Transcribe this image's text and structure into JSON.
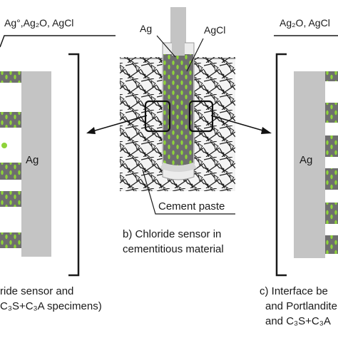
{
  "left_panel": {
    "corrosion_label": "Ag°,Ag₂O, AgCl",
    "electrode_label": "Ag",
    "caption_line1": "ride sensor and",
    "caption_line2": "C₃S+C₃A specimens)"
  },
  "center_panel": {
    "ag_label": "Ag",
    "agcl_label": "AgCl",
    "paste_label": "Cement paste",
    "caption_line1": "b) Chloride sensor in",
    "caption_line2": "cementitious material"
  },
  "right_panel": {
    "corrosion_label": "Ag₂O, AgCl",
    "electrode_label": "Ag",
    "caption_line1": "c) Interface be",
    "caption_line2": "and Portlandite",
    "caption_line3": "and C₃S+C₃A"
  },
  "colors": {
    "silver": "#c4c4c4",
    "agcl_layer": "#6e6e6e",
    "green_particles": "#8ed33a",
    "outline": "#1a1a1a"
  }
}
